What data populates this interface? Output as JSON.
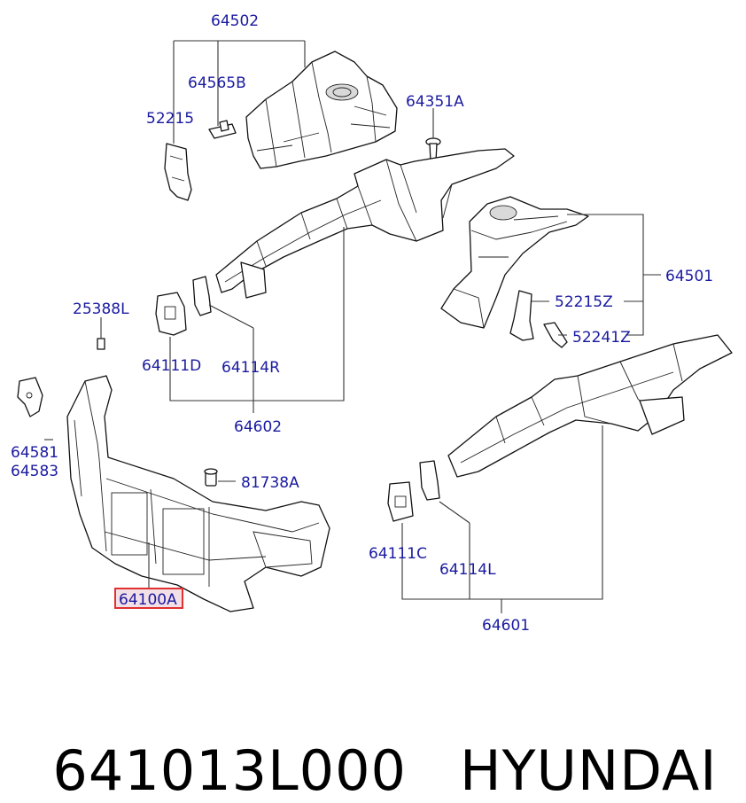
{
  "labels": {
    "l64502": "64502",
    "l64565B": "64565B",
    "l52215": "52215",
    "l64351A": "64351A",
    "l64501": "64501",
    "l52215Z": "52215Z",
    "l52241Z": "52241Z",
    "l25388L": "25388L",
    "l64111D": "64111D",
    "l64114R": "64114R",
    "l64602": "64602",
    "l64581": "64581",
    "l64583": "64583",
    "l81738A": "81738A",
    "l64100A": "64100A",
    "l64111C": "64111C",
    "l64114L": "64114L",
    "l64601": "64601"
  },
  "footer": {
    "part_number": "641013L000",
    "brand": "HYUNDAI"
  },
  "colors": {
    "label_text": "#1a1aa0",
    "highlight_border": "#e03030",
    "highlight_fill": "#f3dfe6"
  }
}
